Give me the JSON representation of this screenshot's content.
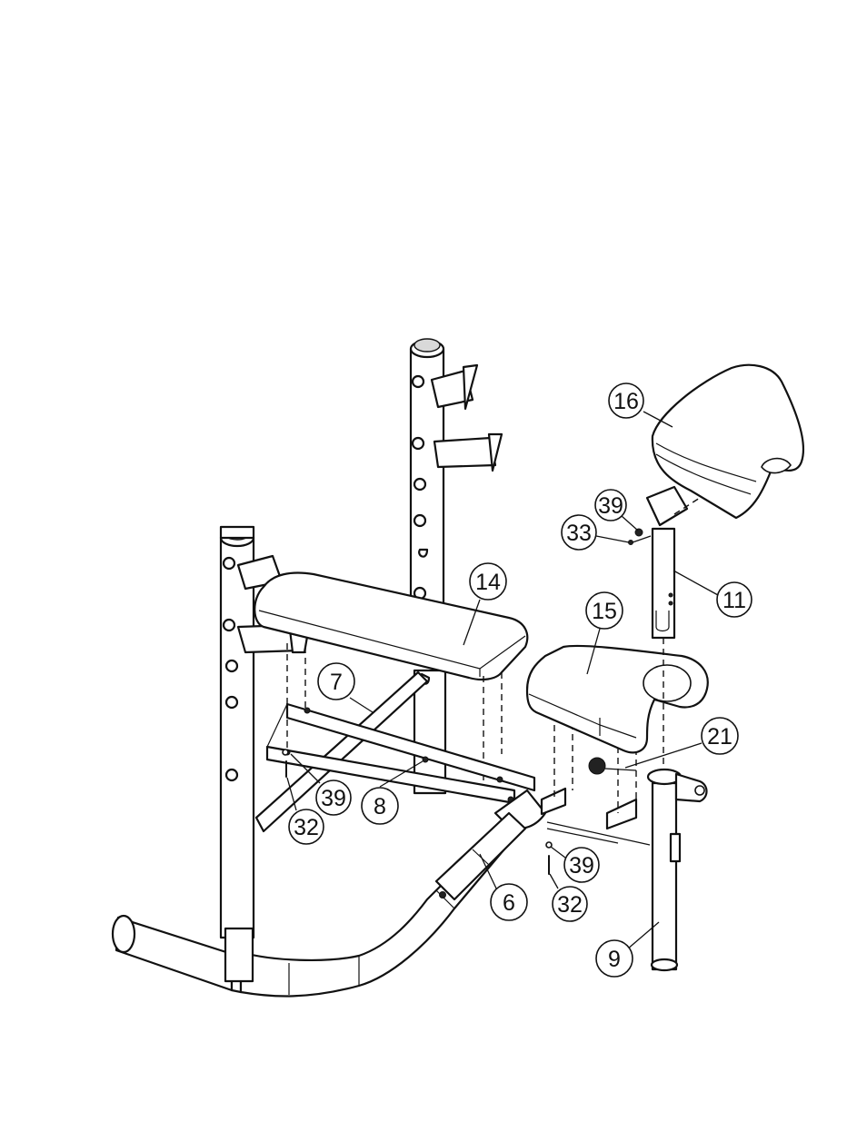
{
  "callouts": {
    "part_16": "16",
    "part_39_top": "39",
    "part_33": "33",
    "part_11": "11",
    "part_14": "14",
    "part_15": "15",
    "part_7": "7",
    "part_21": "21",
    "part_39_left": "39",
    "part_8": "8",
    "part_32_left": "32",
    "part_39_right": "39",
    "part_6": "6",
    "part_32_right": "32",
    "part_9": "9"
  }
}
